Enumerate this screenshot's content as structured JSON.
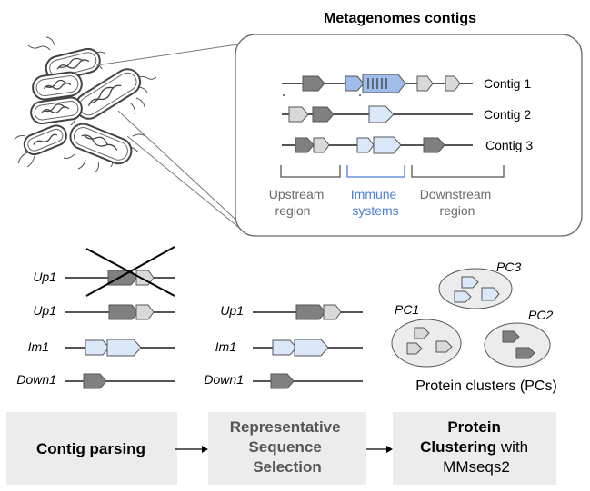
{
  "title": "Metagenomes contigs",
  "contigs": [
    "Contig 1",
    "Contig 2",
    "Contig 3"
  ],
  "regions": {
    "upstream": [
      "Upstream",
      "region"
    ],
    "immune": [
      "Immune",
      "systems"
    ],
    "downstream": [
      "Downstream",
      "region"
    ]
  },
  "left_rows": [
    "Up1",
    "Up1",
    "Im1",
    "Down1"
  ],
  "mid_rows": [
    "Up1",
    "Im1",
    "Down1"
  ],
  "clusters": {
    "labels": [
      "PC3",
      "PC1",
      "PC2"
    ],
    "caption": "Protein clusters (PCs)"
  },
  "steps": {
    "parsing": "Contig parsing",
    "representative": [
      "Representative",
      "Sequence",
      "Selection"
    ],
    "clustering": {
      "line1": "Protein",
      "line2_bold": "Clustering",
      "line2_rest": " with",
      "line3": "MMseqs2"
    }
  },
  "colors": {
    "dark_gene": "#808080",
    "light_gene": "#d9d9d9",
    "blue_gene": "#9fbde8",
    "light_blue_gene": "#dbe8fa",
    "immune_label": "#4a7fd6",
    "region_label": "#6b6b6b",
    "step_box": "#ececec"
  }
}
